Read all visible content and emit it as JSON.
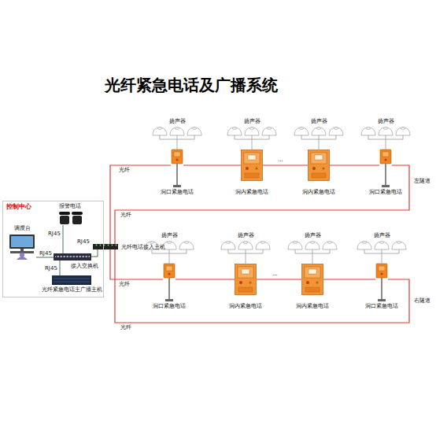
{
  "diagram": {
    "title": "光纤紧急电话及广播系统",
    "nodes": [
      {
        "text": [
          "控制中心"
        ]
      },
      {
        "text": [
          "调度台"
        ],
        "in": 0
      },
      {
        "text": [
          "报警电话"
        ],
        "in": 0
      },
      {
        "text": [
          "接入交换机"
        ],
        "in": 0
      },
      {
        "text": [
          "光纤紧急电话主广播主机"
        ],
        "in": 0
      },
      {
        "text": [
          "光纤电话接入主机"
        ]
      },
      {
        "text": [
          "扬声器"
        ]
      },
      {
        "text": [
          "扬声器"
        ]
      },
      {
        "text": [
          "扬声器"
        ]
      },
      {
        "text": [
          "扬声器"
        ]
      },
      {
        "text": [
          "洞口紧急电话"
        ]
      },
      {
        "text": [
          "洞内紧急电话"
        ]
      },
      {
        "text": [
          "洞内紧急电话"
        ]
      },
      {
        "text": [
          "洞口紧急电话"
        ]
      },
      {
        "text": [
          "扬声器"
        ]
      },
      {
        "text": [
          "扬声器"
        ]
      },
      {
        "text": [
          "扬声器"
        ]
      },
      {
        "text": [
          "扬声器"
        ]
      },
      {
        "text": [
          "洞口紧急电话"
        ]
      },
      {
        "text": [
          "洞内紧急电话"
        ]
      },
      {
        "text": [
          "洞内紧急电话"
        ]
      },
      {
        "text": [
          "洞口紧急电话"
        ]
      }
    ],
    "edges": [
      {
        "from": 1,
        "to": 3,
        "label": "RJ45",
        "arrow": "none"
      },
      {
        "from": 2,
        "to": 3,
        "label": "RJ45",
        "arrow": "none"
      },
      {
        "from": 3,
        "to": 5,
        "label": "RJ45",
        "arrow": "none"
      },
      {
        "from": 4,
        "to": 3,
        "label": "RJ45",
        "arrow": "none"
      },
      {
        "from": 5,
        "to": 10,
        "label": "光纤",
        "arrow": "none"
      },
      {
        "from": 10,
        "to": 11,
        "arrow": "none"
      },
      {
        "from": 11,
        "to": 12,
        "arrow": "none"
      },
      {
        "from": 12,
        "to": 13,
        "arrow": "none"
      },
      {
        "from": 13,
        "to": 5,
        "label": "光纤",
        "arrow": "none"
      },
      {
        "from": 5,
        "to": 18,
        "label": "光纤",
        "arrow": "none"
      },
      {
        "from": 18,
        "to": 19,
        "arrow": "none"
      },
      {
        "from": 19,
        "to": 20,
        "arrow": "none"
      },
      {
        "from": 20,
        "to": 21,
        "arrow": "none"
      },
      {
        "from": 21,
        "to": 5,
        "label": "光纤",
        "arrow": "none"
      },
      {
        "from": 10,
        "to": 6,
        "arrow": "none"
      },
      {
        "from": 11,
        "to": 7,
        "arrow": "none"
      },
      {
        "from": 12,
        "to": 8,
        "arrow": "none"
      },
      {
        "from": 13,
        "to": 9,
        "arrow": "none"
      },
      {
        "from": 18,
        "to": 14,
        "arrow": "none"
      },
      {
        "from": 19,
        "to": 15,
        "arrow": "none"
      },
      {
        "from": 20,
        "to": 16,
        "arrow": "none"
      },
      {
        "from": 21,
        "to": 17,
        "arrow": "none"
      }
    ],
    "labels": [
      "...",
      "...",
      "左隧道",
      "右隧道"
    ]
  }
}
